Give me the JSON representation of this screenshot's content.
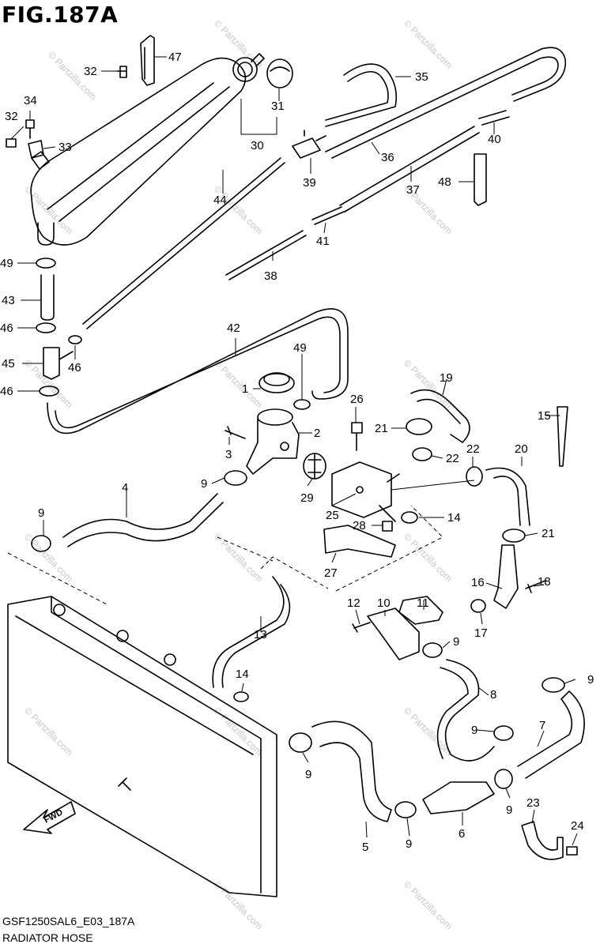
{
  "header": {
    "title": "FIG.187A"
  },
  "footer": {
    "code": "GSF1250SAL6_E03_187A",
    "name": "RADIATOR HOSE"
  },
  "watermark": "© Partzilla.com",
  "callouts": {
    "c1": "1",
    "c2": "2",
    "c3": "3",
    "c4": "4",
    "c5": "5",
    "c6": "6",
    "c7": "7",
    "c8": "8",
    "c9a": "9",
    "c9b": "9",
    "c9c": "9",
    "c9d": "9",
    "c9e": "9",
    "c9f": "9",
    "c9g": "9",
    "c9h": "9",
    "c10": "10",
    "c11": "11",
    "c12": "12",
    "c13": "13",
    "c14a": "14",
    "c14b": "14",
    "c15": "15",
    "c16": "16",
    "c17": "17",
    "c18": "18",
    "c19": "19",
    "c20": "20",
    "c21a": "21",
    "c21b": "21",
    "c22a": "22",
    "c22b": "22",
    "c23": "23",
    "c24": "24",
    "c25": "25",
    "c26": "26",
    "c27": "27",
    "c28": "28",
    "c29": "29",
    "c30": "30",
    "c31": "31",
    "c32a": "32",
    "c32b": "32",
    "c33": "33",
    "c34": "34",
    "c35": "35",
    "c36": "36",
    "c37": "37",
    "c38": "38",
    "c39": "39",
    "c40": "40",
    "c41": "41",
    "c42": "42",
    "c43": "43",
    "c44": "44",
    "c45": "45",
    "c46a": "46",
    "c46b": "46",
    "c46c": "46",
    "c47": "47",
    "c48": "48",
    "c49a": "49",
    "c49b": "49"
  },
  "fwd_label": "FWD"
}
